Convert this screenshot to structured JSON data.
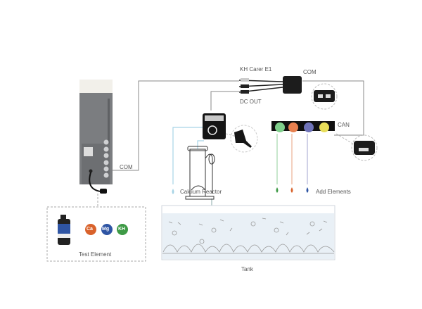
{
  "labels": {
    "com_left": "COM",
    "kh_carer": "KH Carer E1",
    "com_right": "COM",
    "dc_out": "DC OUT",
    "can": "CAN",
    "calcium_reactor": "Calcium Reactor",
    "add_elements": "Add Elements",
    "test_element": "Test Element",
    "tank": "Tank"
  },
  "test_badges": [
    "Ca",
    "Mg",
    "KH"
  ],
  "colors": {
    "line": "#8a8a8a",
    "water_line": "#a8d4e6",
    "ca": "#d9622b",
    "mg": "#2f55a4",
    "kh": "#3e9a46",
    "pump_green": "#7fcf8b",
    "pump_orange": "#e8804f",
    "pump_blue": "#6f73b8",
    "pump_yellow": "#e8de5a",
    "device_body": "#7b7d80",
    "device_top": "#f2f0ea",
    "tank_water": "#e9f0f6"
  }
}
